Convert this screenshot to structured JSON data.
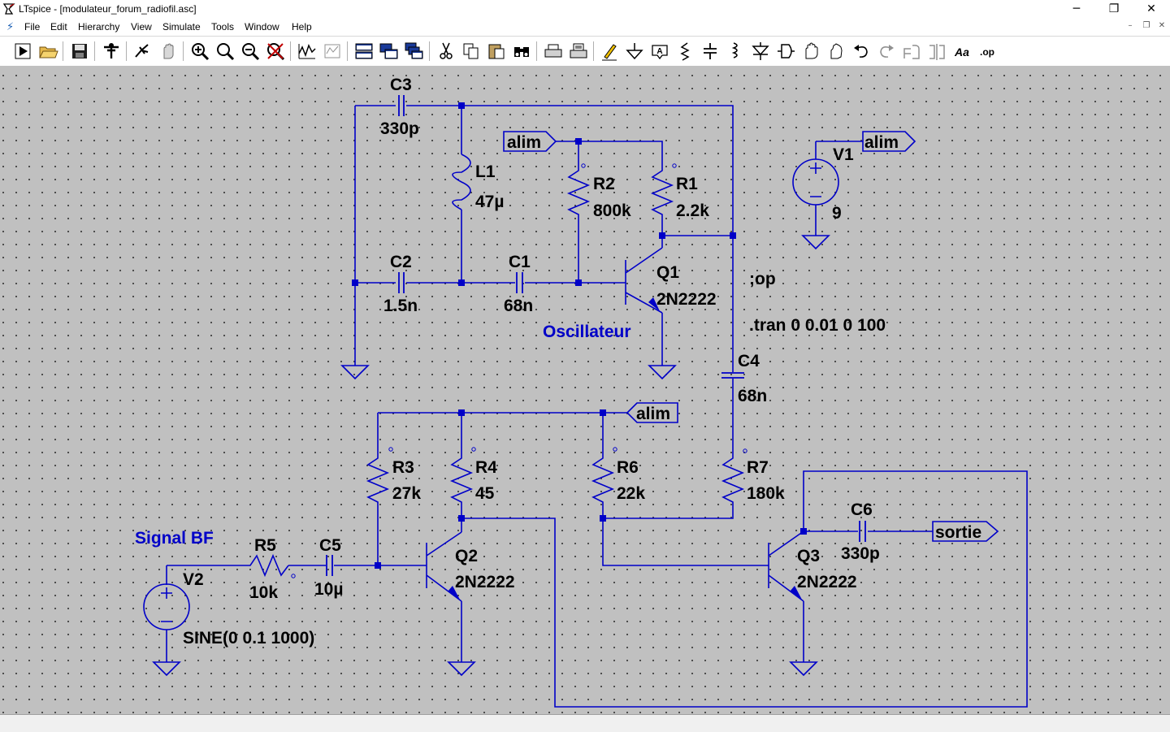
{
  "window": {
    "title": "LTspice - [modulateur_forum_radiofil.asc]",
    "minimize_glyph": "─",
    "maximize_glyph": "❐",
    "close_glyph": "✕"
  },
  "menu": {
    "items": [
      "File",
      "Edit",
      "Hierarchy",
      "View",
      "Simulate",
      "Tools",
      "Window",
      "Help"
    ]
  },
  "toolbar": {
    "buttons": [
      {
        "name": "run-icon"
      },
      {
        "name": "open-folder-icon"
      },
      {
        "name": "save-icon"
      },
      {
        "name": "control-panel-icon"
      },
      {
        "name": "halt-icon"
      },
      {
        "name": "pan-icon"
      },
      {
        "name": "zoom-in-icon"
      },
      {
        "name": "zoom-fit-icon"
      },
      {
        "name": "zoom-out-icon"
      },
      {
        "name": "autorange-icon"
      },
      {
        "name": "waveform-icon"
      },
      {
        "name": "new-trace-icon"
      },
      {
        "name": "tile-horizontal-icon"
      },
      {
        "name": "tile-vertical-icon"
      },
      {
        "name": "cascade-icon"
      },
      {
        "name": "cut-icon"
      },
      {
        "name": "copy-icon"
      },
      {
        "name": "paste-icon"
      },
      {
        "name": "find-icon"
      },
      {
        "name": "print-setup-icon"
      },
      {
        "name": "print-icon"
      },
      {
        "name": "draw-wire-icon"
      },
      {
        "name": "ground-icon"
      },
      {
        "name": "label-net-icon"
      },
      {
        "name": "resistor-icon"
      },
      {
        "name": "capacitor-icon"
      },
      {
        "name": "inductor-icon"
      },
      {
        "name": "diode-icon"
      },
      {
        "name": "component-icon"
      },
      {
        "name": "move-icon"
      },
      {
        "name": "drag-icon"
      },
      {
        "name": "undo-icon"
      },
      {
        "name": "redo-icon"
      },
      {
        "name": "rotate-icon"
      },
      {
        "name": "mirror-icon"
      },
      {
        "name": "text-icon"
      },
      {
        "name": "spice-directive-icon"
      }
    ],
    "text_icon_label": "Aa",
    "op_icon_label": ".op"
  },
  "schematic": {
    "wire_color": "#0000c8",
    "symbol_color": "#0000c8",
    "label_color": "#000000",
    "comment_color": "#0000c8",
    "background_color": "#c0c0c0",
    "components": [
      {
        "ref": "C3",
        "value": "330p"
      },
      {
        "ref": "L1",
        "value": "47µ"
      },
      {
        "ref": "R2",
        "value": "800k"
      },
      {
        "ref": "R1",
        "value": "2.2k"
      },
      {
        "ref": "C2",
        "value": "1.5n"
      },
      {
        "ref": "C1",
        "value": "68n"
      },
      {
        "ref": "Q1",
        "value": "2N2222"
      },
      {
        "ref": "V1",
        "value": "9"
      },
      {
        "ref": "C4",
        "value": "68n"
      },
      {
        "ref": "R3",
        "value": "27k"
      },
      {
        "ref": "R4",
        "value": "45"
      },
      {
        "ref": "R6",
        "value": "22k"
      },
      {
        "ref": "R7",
        "value": "180k"
      },
      {
        "ref": "C6",
        "value": "330p"
      },
      {
        "ref": "R5",
        "value": "10k"
      },
      {
        "ref": "C5",
        "value": "10µ"
      },
      {
        "ref": "Q2",
        "value": "2N2222"
      },
      {
        "ref": "Q3",
        "value": "2N2222"
      },
      {
        "ref": "V2",
        "value": "SINE(0 0.1 1000)"
      }
    ],
    "net_labels": [
      "alim",
      "alim",
      "alim",
      "sortie"
    ],
    "directives": [
      ";op",
      ".tran 0 0.01 0 100"
    ],
    "comments": [
      "Oscillateur",
      "Signal BF"
    ]
  }
}
